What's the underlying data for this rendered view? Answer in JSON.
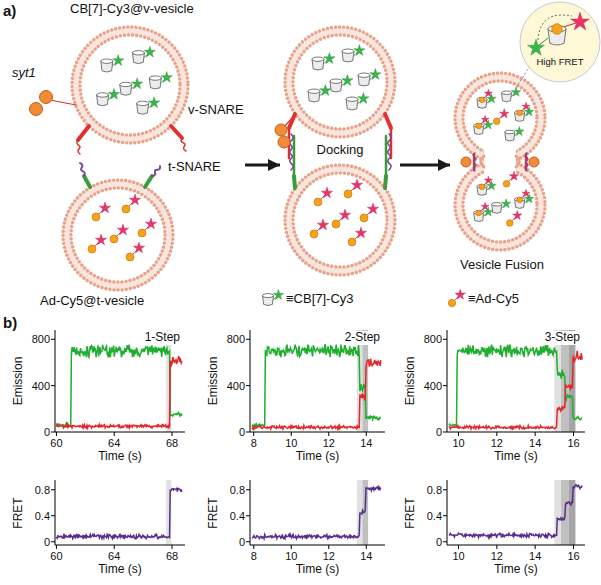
{
  "diagram": {
    "nodes": [
      {
        "text": [
          "CB[7]-Cy3@v-vesicle",
          "Ad-Cy5@t-vesicle"
        ]
      },
      {
        "text": [
          "Docking"
        ]
      },
      {
        "text": [
          "Vesicle Fusion"
        ]
      }
    ],
    "edges": [
      {
        "from": 0,
        "to": 1,
        "arrow": "to"
      },
      {
        "from": 1,
        "to": 2,
        "arrow": "to"
      }
    ],
    "labels": [
      "a)",
      "syt1",
      "v-SNARE",
      "t-SNARE",
      "High FRET",
      "b)",
      "1-Step",
      "Emission",
      "800",
      "400",
      "0",
      "60",
      "64",
      "68",
      "Time (s)",
      "2-Step",
      "Emission",
      "800",
      "400",
      "0",
      "8",
      "10",
      "12",
      "14",
      "Time (s)",
      "3-Step",
      "Emission",
      "800",
      "400",
      "0",
      "10",
      "12",
      "14",
      "16",
      "Time (s)",
      "FRET",
      "0.8",
      "0.4",
      "0",
      "60",
      "64",
      "68",
      "Time (s)",
      "FRET",
      "0.8",
      "0.4",
      "0",
      "8",
      "10",
      "12",
      "14",
      "Time (s)",
      "FRET",
      "0.8",
      "0.4",
      "0",
      "10",
      "12",
      "14",
      "16",
      "Time (s)"
    ],
    "legend": [
      {
        "text": "≡CB[7]-Cy3"
      },
      {
        "text": "≡Ad-Cy5"
      }
    ]
  }
}
